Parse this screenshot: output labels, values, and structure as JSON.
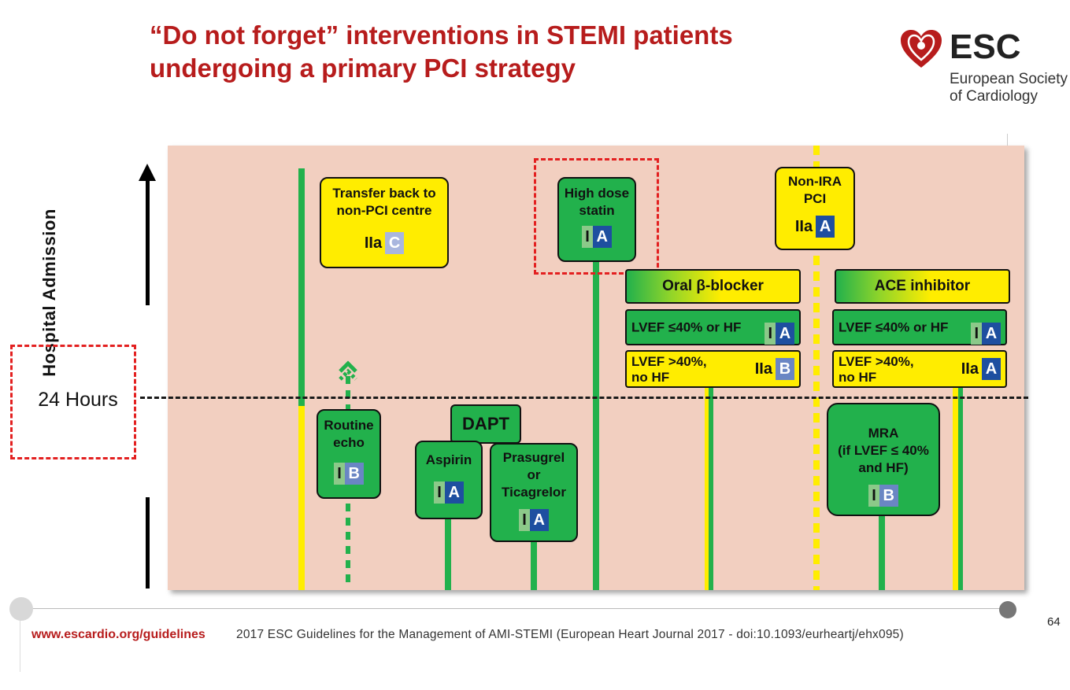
{
  "title": {
    "line1": "“Do not forget” interventions in STEMI patients",
    "line2": "undergoing a primary PCI strategy"
  },
  "logo": {
    "name": "ESC",
    "sub1": "European Society",
    "sub2": "of Cardiology",
    "icon": "heart-logo-icon"
  },
  "axis": {
    "label": "Hospital Admission",
    "hours": "24 Hours"
  },
  "boxes": {
    "transfer": {
      "line1": "Transfer back to",
      "line2": "non-PCI centre",
      "cls": "IIa",
      "lvl": "C"
    },
    "statin": {
      "line1": "High dose",
      "line2": "statin",
      "cls": "I",
      "lvl": "A"
    },
    "nonira": {
      "line1": "Non-IRA",
      "line2": "PCI",
      "cls": "IIa",
      "lvl": "A"
    },
    "beta": {
      "label": "Oral β-blocker"
    },
    "beta_r1": {
      "text": "LVEF ≤40% or HF",
      "cls": "I",
      "lvl": "A"
    },
    "beta_r2": {
      "line1": "LVEF >40%,",
      "line2": "no HF",
      "cls": "IIa",
      "lvl": "B"
    },
    "ace": {
      "label": "ACE inhibitor"
    },
    "ace_r1": {
      "text": "LVEF ≤40% or HF",
      "cls": "I",
      "lvl": "A"
    },
    "ace_r2": {
      "line1": "LVEF >40%,",
      "line2": "no HF",
      "cls": "IIa",
      "lvl": "A"
    },
    "echo": {
      "line1": "Routine",
      "line2": "echo",
      "cls": "I",
      "lvl": "B"
    },
    "dapt": {
      "label": "DAPT"
    },
    "aspirin": {
      "label": "Aspirin",
      "cls": "I",
      "lvl": "A"
    },
    "prasugrel": {
      "line1": "Prasugrel",
      "line2": "or",
      "line3": "Ticagrelor",
      "cls": "I",
      "lvl": "A"
    },
    "mra": {
      "line1": "MRA",
      "line2": "(if LVEF ≤ 40%",
      "line3": "and HF)",
      "cls": "I",
      "lvl": "B"
    }
  },
  "footer": {
    "url": "www.escardio.org/guidelines",
    "ref": "2017 ESC Guidelines for the Management of AMI-STEMI (European Heart Journal 2017 - doi:10.1093/eurheartj/ehx095)",
    "page": "64"
  },
  "colors": {
    "green": "#22b14c",
    "yellow": "#ffed00",
    "red": "#b71c1c",
    "panel": "#f2cfc0",
    "level_a": "#1e4fa0",
    "level_b": "#6a86c4",
    "level_c": "#a9b6de"
  }
}
